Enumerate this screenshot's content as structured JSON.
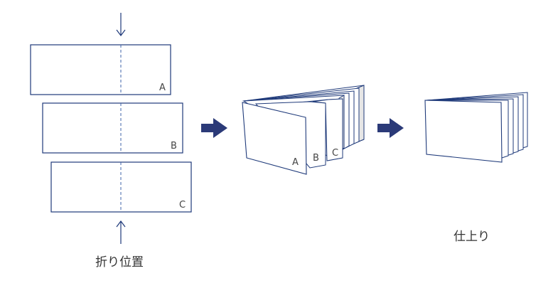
{
  "sheets": [
    "A",
    "B",
    "C"
  ],
  "booklet_labels": [
    "A",
    "B",
    "C"
  ],
  "fold_position_label": "折り位置",
  "finished_label": "仕上り",
  "colors": {
    "line": "#1f3a7a",
    "fold_line": "#3f63a8",
    "arrow": "#2b3a78",
    "page_fill": "#ffffff",
    "shade": "#e6e6e6",
    "text": "#444444"
  }
}
